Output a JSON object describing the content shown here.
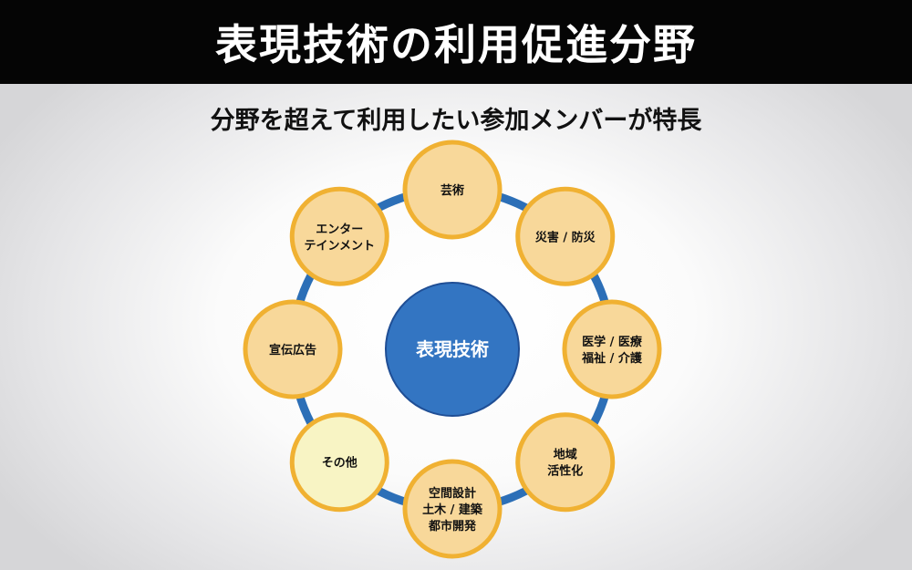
{
  "title": "表現技術の利用促進分野",
  "subtitle": "分野を超えて利用したい参加メンバーが特長",
  "hub": {
    "label": "表現技術"
  },
  "nodes": [
    {
      "id": "art",
      "lines": [
        "芸術"
      ],
      "highlight": false
    },
    {
      "id": "disaster",
      "lines": [
        "災害 / 防災"
      ],
      "highlight": false
    },
    {
      "id": "medical",
      "lines": [
        "医学 / 医療",
        "福祉 / 介護"
      ],
      "highlight": false
    },
    {
      "id": "regional",
      "lines": [
        "地域",
        "活性化"
      ],
      "highlight": false
    },
    {
      "id": "spatial",
      "lines": [
        "空間設計",
        "土木 / 建築",
        "都市開発"
      ],
      "highlight": false
    },
    {
      "id": "other",
      "lines": [
        "その他"
      ],
      "highlight": true
    },
    {
      "id": "advertising",
      "lines": [
        "宣伝広告"
      ],
      "highlight": false
    },
    {
      "id": "entertainment",
      "lines": [
        "エンター",
        "テインメント"
      ],
      "highlight": false
    }
  ],
  "colors": {
    "ring": "#2c6fb7",
    "node_fill": "#f8d89a",
    "node_fill_highlight": "#f8f4c4",
    "node_stroke": "#f0b132",
    "hub_fill": "#3375c2",
    "hub_stroke": "#1f4e95"
  }
}
